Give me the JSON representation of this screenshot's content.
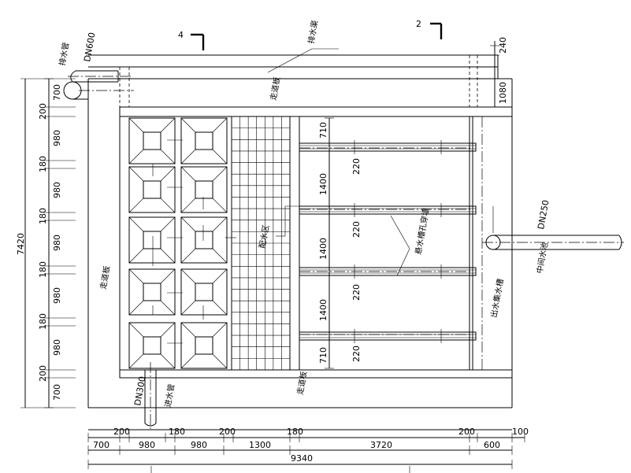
{
  "section_marks": {
    "left": "4",
    "right": "2"
  },
  "pipes": {
    "drain_pipe": "排水管",
    "drain_dn": "DN600",
    "drain_channel": "排水渠",
    "outlet_dn": "DN250",
    "inlet_pipe": "进水管",
    "inlet_dn": "DN300"
  },
  "labels": {
    "corridor_top": "走道板",
    "corridor_bottom": "走道板",
    "corridor_left": "走道板",
    "distribution": "配水区",
    "hanging_orifice": "悬水槽孔穿墙",
    "effluent_weir": "出水集水槽",
    "intermediate_tank": "中间水池"
  },
  "dims_left": {
    "total": "7420",
    "segments": [
      "700",
      "200",
      "980",
      "180",
      "980",
      "180",
      "980",
      "180",
      "980",
      "180",
      "980",
      "200",
      "700"
    ]
  },
  "dims_right": [
    "240",
    "1080"
  ],
  "dims_inner": [
    "710",
    "220",
    "1400",
    "220",
    "1400",
    "220",
    "1400",
    "220",
    "710"
  ],
  "dims_bottom_upper": [
    "200",
    "180",
    "200",
    "180",
    "200",
    "100"
  ],
  "dims_bottom_lower": [
    "700",
    "980",
    "980",
    "1300",
    "3720",
    "600"
  ],
  "dims_total_width": "9340"
}
